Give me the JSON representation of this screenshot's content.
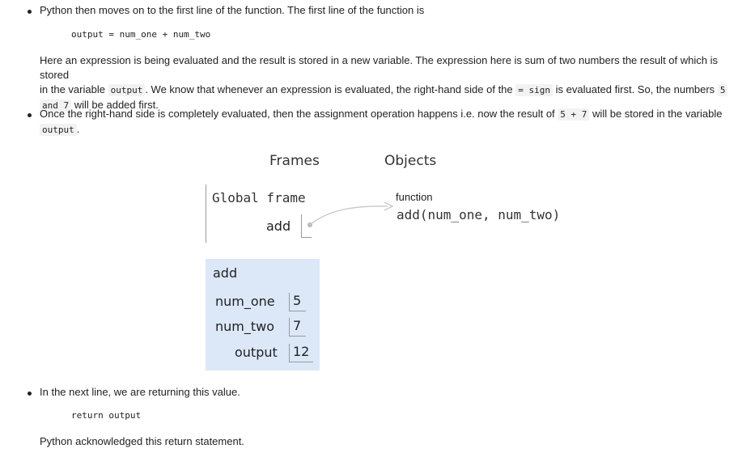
{
  "bullet1": {
    "text": "Python then moves on to the first line of the function. The first line of the function is",
    "code": "output = num_one + num_two",
    "para_l1_a": "Here an expression is being evaluated and the result is stored in a new variable. The expression here is sum of two numbers the result of which is stored",
    "para_l2_a": "in the variable",
    "para_l2_code1": "output",
    "para_l2_b": ". We know that whenever an expression is evaluated, the right-hand side of the",
    "para_l2_code2": "= sign",
    "para_l2_c": "is evaluated first. So, the numbers",
    "para_l2_code3": "5",
    "para_l3_code1": "and 7",
    "para_l3_a": "will be added first."
  },
  "bullet2": {
    "l1_a": "Once the right-hand side is completely evaluated, then the assignment operation happens i.e. now the result of",
    "l1_code": "5 + 7",
    "l1_b": "will be stored in the variable",
    "l2_code": "output",
    "l2_a": "."
  },
  "viz": {
    "frames_heading": "Frames",
    "objects_heading": "Objects",
    "global_frame_label": "Global frame",
    "global_var_name": "add",
    "object_type": "function",
    "object_signature": "add(num_one, num_two)",
    "func_frame_title": "add",
    "vars": [
      {
        "name": "num_one",
        "value": "5"
      },
      {
        "name": "num_two",
        "value": "7"
      },
      {
        "name": "output",
        "value": "12"
      }
    ]
  },
  "bullet3": {
    "text": "In the next line, we are returning this value.",
    "code": "return output",
    "after": "Python acknowledged this return statement."
  }
}
